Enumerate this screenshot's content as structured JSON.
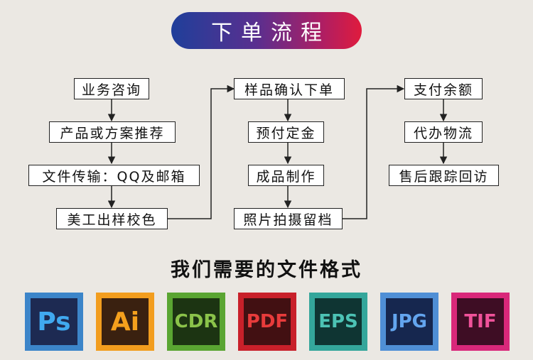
{
  "title": "下单流程",
  "flow": {
    "col1": [
      "业务咨询",
      "产品或方案推荐",
      "文件传输：QQ及邮箱",
      "美工出样校色"
    ],
    "col2": [
      "样品确认下单",
      "预付定金",
      "成品制作",
      "照片拍摄留档"
    ],
    "col3": [
      "支付余额",
      "代办物流",
      "售后跟踪回访"
    ]
  },
  "formats_title": "我们需要的文件格式",
  "formats": [
    {
      "label": "Ps",
      "frame": "#3c85c9",
      "bg": "#1d2a52",
      "fg": "#40a9f0",
      "icon": "photoshop-icon"
    },
    {
      "label": "Ai",
      "frame": "#f29d1e",
      "bg": "#3a2110",
      "fg": "#f4a01d",
      "icon": "illustrator-icon"
    },
    {
      "label": "CDR",
      "frame": "#5aa532",
      "bg": "#1c3412",
      "fg": "#8bc34a",
      "icon": "coreldraw-icon"
    },
    {
      "label": "PDF",
      "frame": "#c8202a",
      "bg": "#421012",
      "fg": "#e83b3b",
      "icon": "pdf-icon"
    },
    {
      "label": "EPS",
      "frame": "#34a69b",
      "bg": "#0f3533",
      "fg": "#4cc2b4",
      "icon": "eps-icon"
    },
    {
      "label": "JPG",
      "frame": "#4f8fd6",
      "bg": "#16274f",
      "fg": "#63a5ee",
      "icon": "jpg-icon"
    },
    {
      "label": "TIF",
      "frame": "#d9287a",
      "bg": "#3e0d24",
      "fg": "#f0529a",
      "icon": "tif-icon"
    }
  ]
}
